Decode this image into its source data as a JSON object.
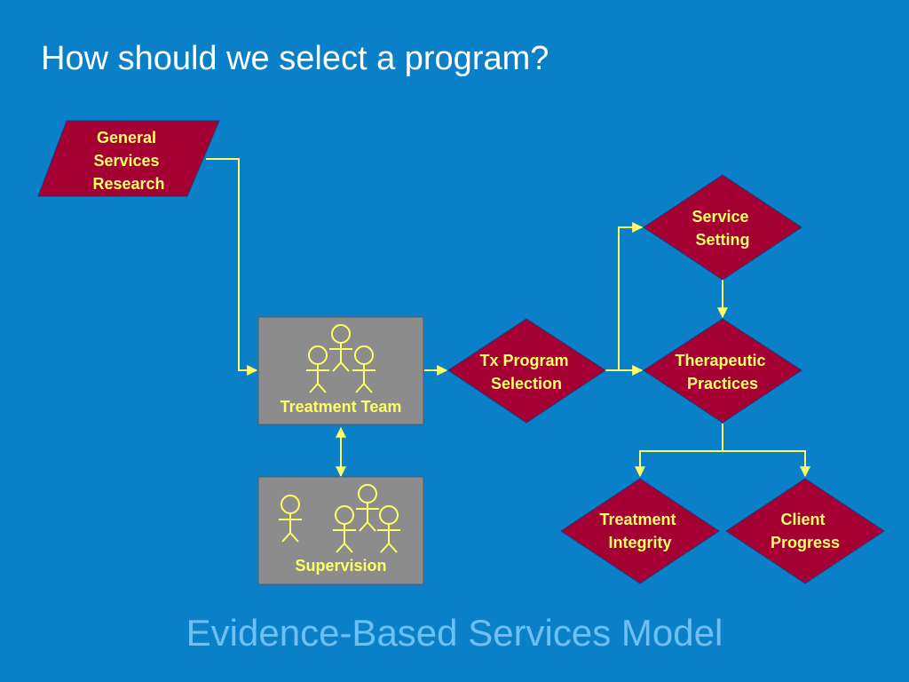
{
  "slide": {
    "title": "How should we select a program?",
    "footer": "Evidence-Based Services Model"
  },
  "colors": {
    "background": "#0a80c8",
    "node_fill": "#a50034",
    "box_fill": "#8c8c8c",
    "line_color": "#ffff66",
    "label_color": "#ffff66",
    "footer_color": "#6ec0f4"
  },
  "nodes": {
    "general_services_research": {
      "lines": [
        "General",
        "Services",
        "Research"
      ]
    },
    "treatment_team": {
      "label": "Treatment Team",
      "icon": "people-group-icon"
    },
    "supervision": {
      "label": "Supervision",
      "icon": "people-group-icon"
    },
    "tx_program_selection": {
      "lines": [
        "Tx Program",
        "Selection"
      ]
    },
    "service_setting": {
      "lines": [
        "Service",
        "Setting"
      ]
    },
    "therapeutic_practices": {
      "lines": [
        "Therapeutic",
        "Practices"
      ]
    },
    "treatment_integrity": {
      "lines": [
        "Treatment",
        "Integrity"
      ]
    },
    "client_progress": {
      "lines": [
        "Client",
        "Progress"
      ]
    }
  }
}
